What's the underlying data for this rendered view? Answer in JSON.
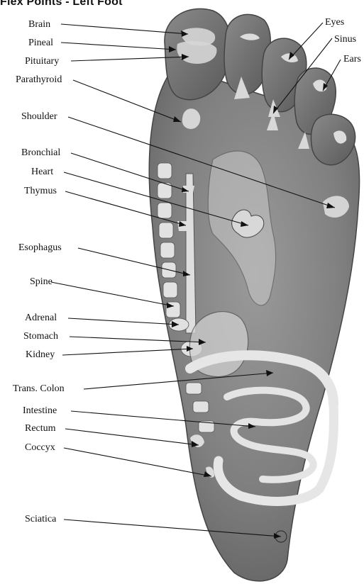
{
  "diagram": {
    "title": "Flex Points - Left Foot",
    "labels": {
      "brain": "Brain",
      "pineal": "Pineal",
      "pituitary": "Pituitary",
      "parathyroid": "Parathyroid",
      "shoulder": "Shoulder",
      "bronchial": "Bronchial",
      "heart": "Heart",
      "thymus": "Thymus",
      "esophagus": "Esophagus",
      "spine": "Spine",
      "adrenal": "Adrenal",
      "stomach": "Stomach",
      "kidney": "Kidney",
      "trans_colon": "Trans. Colon",
      "intestine": "Intestine",
      "rectum": "Rectum",
      "coccyx": "Coccyx",
      "sciatica": "Sciatica",
      "eyes": "Eyes",
      "sinus": "Sinus",
      "ears": "Ears"
    }
  }
}
